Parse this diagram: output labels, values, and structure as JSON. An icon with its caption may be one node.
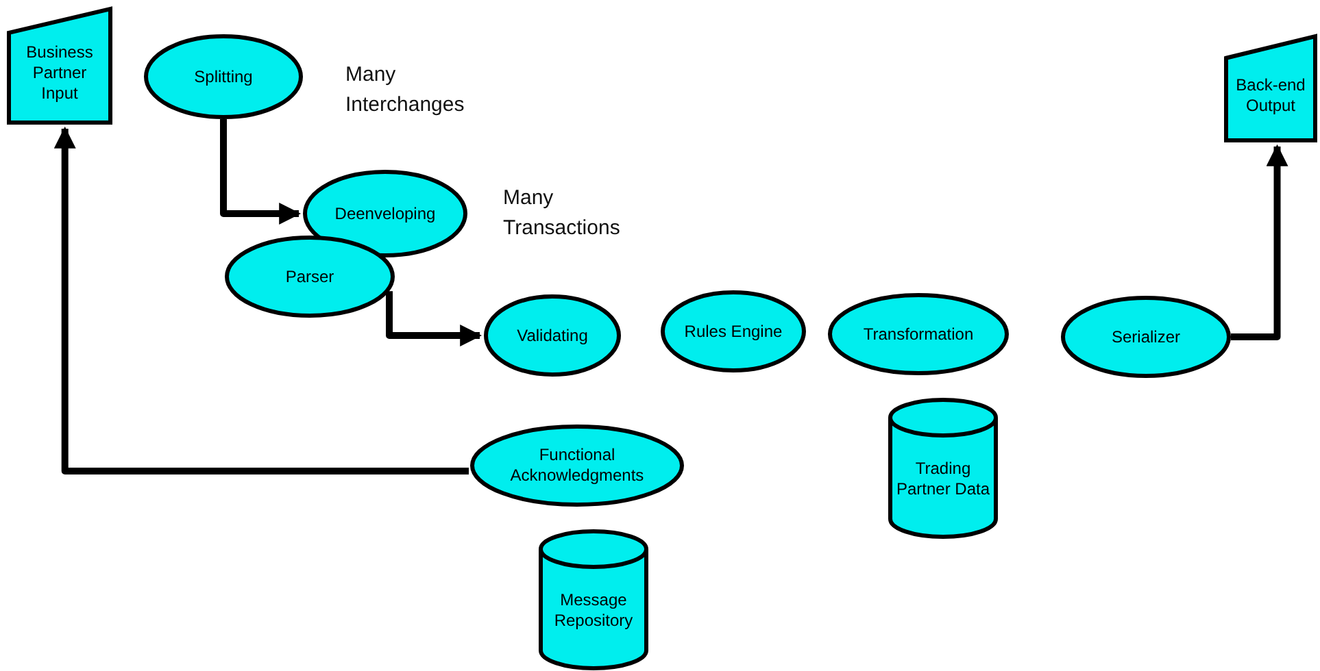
{
  "diagram": {
    "nodes": [
      {
        "text": [
          "Business Partner Input"
        ]
      },
      {
        "text": [
          "Splitting"
        ]
      },
      {
        "text": [
          "Deenveloping"
        ]
      },
      {
        "text": [
          "Parser"
        ]
      },
      {
        "text": [
          "Validating"
        ]
      },
      {
        "text": [
          "Rules Engine"
        ]
      },
      {
        "text": [
          "Transformation"
        ]
      },
      {
        "text": [
          "Serializer"
        ]
      },
      {
        "text": [
          "Back-end Output"
        ]
      },
      {
        "text": [
          "Trading Partner Data"
        ]
      },
      {
        "text": [
          "Functional Acknowledgments"
        ]
      },
      {
        "text": [
          "Message Repository"
        ]
      }
    ],
    "edges": [
      {
        "from": 1,
        "to": 2,
        "arrow": "to"
      },
      {
        "from": 3,
        "to": 4,
        "arrow": "to"
      },
      {
        "from": 7,
        "to": 8,
        "arrow": "to"
      },
      {
        "from": 10,
        "to": 0,
        "arrow": "to"
      }
    ],
    "labels": [
      "Many Interchanges",
      "Many Transactions"
    ]
  }
}
